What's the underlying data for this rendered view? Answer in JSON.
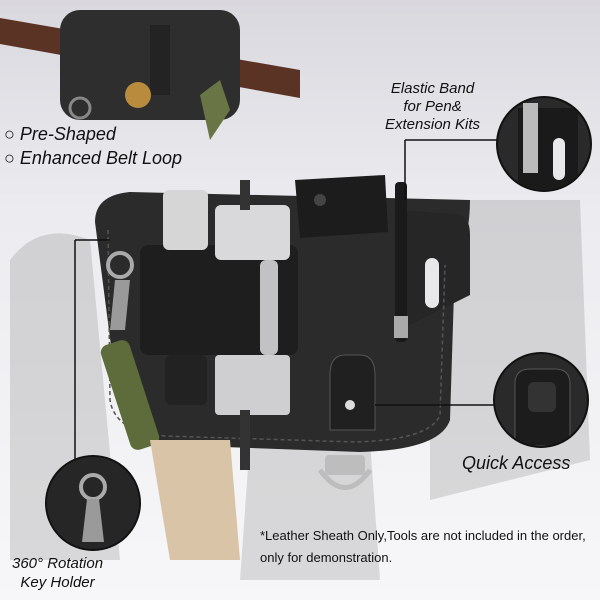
{
  "features": [
    {
      "label": "Pre-Shaped"
    },
    {
      "label": "Enhanced Belt Loop"
    }
  ],
  "callouts": {
    "elastic_band_line1": "Elastic Band",
    "elastic_band_line2": "for Pen&",
    "elastic_band_line3": "Extension Kits",
    "quick_access": "Quick Access",
    "rotation_line1": "360° Rotation",
    "rotation_line2": "Key Holder"
  },
  "disclaimer": {
    "line1": "*Leather Sheath Only,Tools are not included in the order,",
    "line2": "only for demonstration."
  },
  "colors": {
    "leather": "#2b2b2b",
    "belt": "#5a3324",
    "metal": "#c9c9cb",
    "olive": "#5e6b3a"
  }
}
